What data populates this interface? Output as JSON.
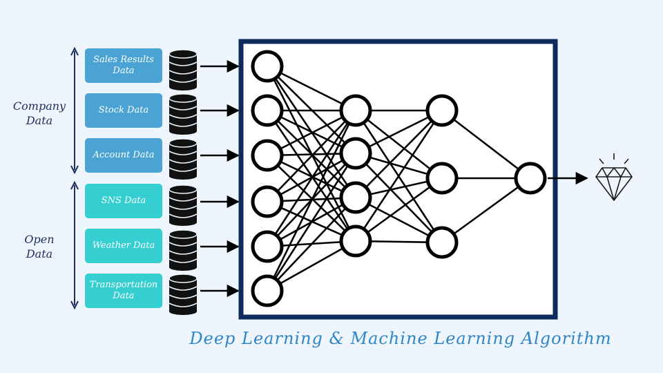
{
  "groups": {
    "company_label_line1": "Company",
    "company_label_line2": "Data",
    "open_label_line1": "Open",
    "open_label_line2": "Data"
  },
  "company_sources": [
    {
      "line1": "Sales Results",
      "line2": "Data"
    },
    {
      "line1": "Stock Data",
      "line2": ""
    },
    {
      "line1": "Account Data",
      "line2": ""
    }
  ],
  "open_sources": [
    {
      "line1": "SNS Data",
      "line2": ""
    },
    {
      "line1": "Weather Data",
      "line2": ""
    },
    {
      "line1": "Transportation",
      "line2": "Data"
    }
  ],
  "network": {
    "layers": [
      6,
      4,
      3,
      1
    ],
    "frame_color": "#0f2a5c",
    "output_icon": "diamond-icon",
    "input_icon": "database-icon"
  },
  "colors": {
    "company_box": "#4aa3d3",
    "open_box": "#35cfd2",
    "title": "#2f86c6",
    "label": "#1c2d5e"
  },
  "title": "Deep Learning & Machine Learning Algorithm"
}
